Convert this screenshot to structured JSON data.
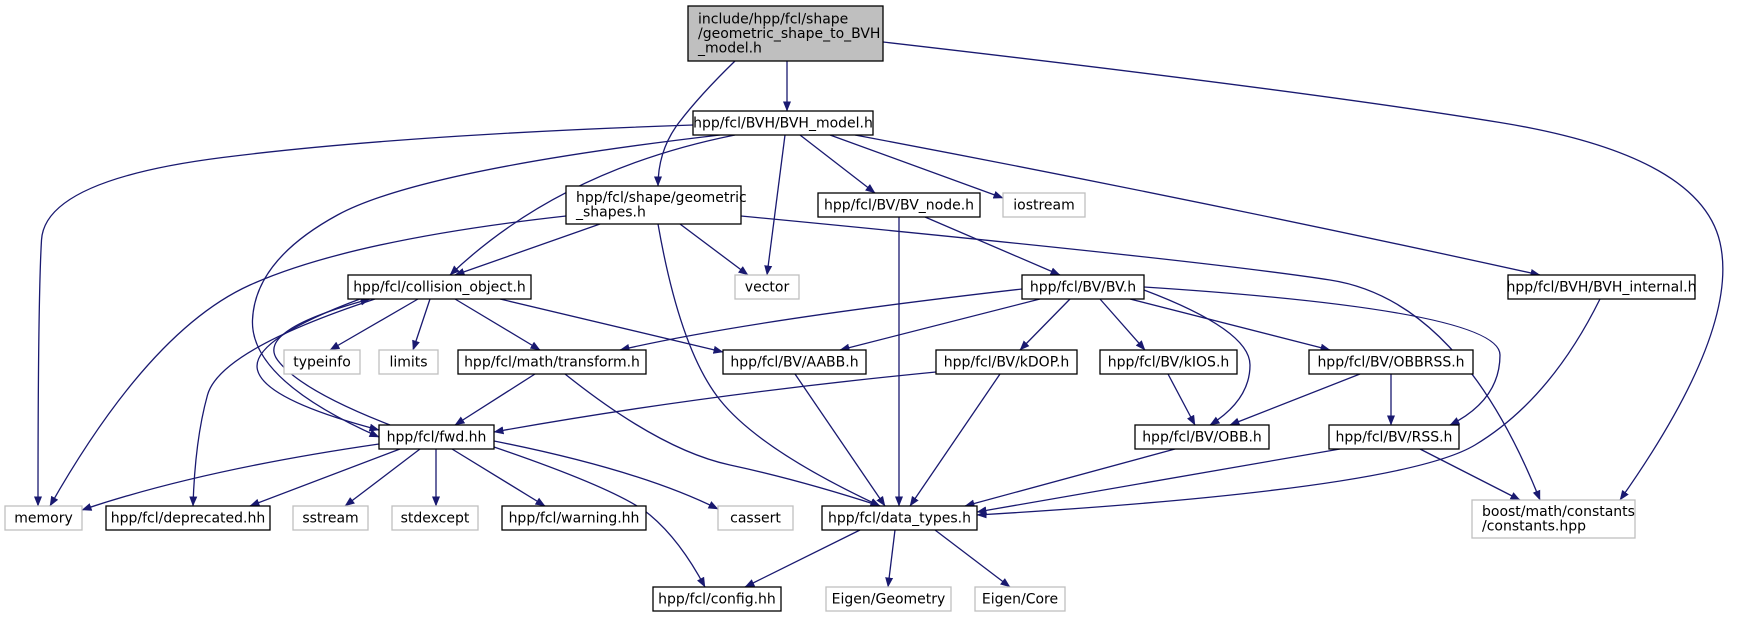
{
  "graph": {
    "root": "n0",
    "edge_color": "#191970",
    "box_colors": {
      "root_fill": "#bfbfbf",
      "local_stroke": "#000000",
      "external_stroke": "#bfbfbf",
      "text": "#000000"
    },
    "nodes": [
      {
        "id": "n0",
        "lines": [
          "include/hpp/fcl/shape",
          "/geometric_shape_to_BVH",
          "_model.h"
        ],
        "external": false,
        "root": true
      },
      {
        "id": "n1",
        "lines": [
          "hpp/fcl/BVH/BVH_model.h"
        ],
        "external": false
      },
      {
        "id": "n2",
        "lines": [
          "hpp/fcl/shape/geometric",
          "_shapes.h"
        ],
        "external": false
      },
      {
        "id": "n3",
        "lines": [
          "hpp/fcl/BV/BV_node.h"
        ],
        "external": false
      },
      {
        "id": "n4",
        "lines": [
          "iostream"
        ],
        "external": true
      },
      {
        "id": "n5",
        "lines": [
          "hpp/fcl/collision_object.h"
        ],
        "external": false
      },
      {
        "id": "n6",
        "lines": [
          "vector"
        ],
        "external": true
      },
      {
        "id": "n7",
        "lines": [
          "hpp/fcl/BV/BV.h"
        ],
        "external": false
      },
      {
        "id": "n8",
        "lines": [
          "hpp/fcl/BVH/BVH_internal.h"
        ],
        "external": false
      },
      {
        "id": "n9",
        "lines": [
          "typeinfo"
        ],
        "external": true
      },
      {
        "id": "n10",
        "lines": [
          "limits"
        ],
        "external": true
      },
      {
        "id": "n11",
        "lines": [
          "hpp/fcl/math/transform.h"
        ],
        "external": false
      },
      {
        "id": "n12",
        "lines": [
          "hpp/fcl/BV/AABB.h"
        ],
        "external": false
      },
      {
        "id": "n13",
        "lines": [
          "hpp/fcl/BV/kDOP.h"
        ],
        "external": false
      },
      {
        "id": "n14",
        "lines": [
          "hpp/fcl/BV/kIOS.h"
        ],
        "external": false
      },
      {
        "id": "n15",
        "lines": [
          "hpp/fcl/BV/OBBRSS.h"
        ],
        "external": false
      },
      {
        "id": "n16",
        "lines": [
          "hpp/fcl/fwd.hh"
        ],
        "external": false
      },
      {
        "id": "n17",
        "lines": [
          "hpp/fcl/BV/OBB.h"
        ],
        "external": false
      },
      {
        "id": "n18",
        "lines": [
          "hpp/fcl/BV/RSS.h"
        ],
        "external": false
      },
      {
        "id": "n19",
        "lines": [
          "memory"
        ],
        "external": true
      },
      {
        "id": "n20",
        "lines": [
          "hpp/fcl/deprecated.hh"
        ],
        "external": false
      },
      {
        "id": "n21",
        "lines": [
          "sstream"
        ],
        "external": true
      },
      {
        "id": "n22",
        "lines": [
          "stdexcept"
        ],
        "external": true
      },
      {
        "id": "n23",
        "lines": [
          "hpp/fcl/warning.hh"
        ],
        "external": false
      },
      {
        "id": "n24",
        "lines": [
          "cassert"
        ],
        "external": true
      },
      {
        "id": "n25",
        "lines": [
          "hpp/fcl/data_types.h"
        ],
        "external": false
      },
      {
        "id": "n26",
        "lines": [
          "boost/math/constants",
          "/constants.hpp"
        ],
        "external": true
      },
      {
        "id": "n27",
        "lines": [
          "hpp/fcl/config.hh"
        ],
        "external": false
      },
      {
        "id": "n28",
        "lines": [
          "Eigen/Geometry"
        ],
        "external": true
      },
      {
        "id": "n29",
        "lines": [
          "Eigen/Core"
        ],
        "external": true
      }
    ],
    "edges": [
      [
        "n0",
        "n1"
      ],
      [
        "n0",
        "n2"
      ],
      [
        "n0",
        "n26"
      ],
      [
        "n1",
        "n3"
      ],
      [
        "n1",
        "n4"
      ],
      [
        "n1",
        "n5"
      ],
      [
        "n1",
        "n6"
      ],
      [
        "n1",
        "n8"
      ],
      [
        "n1",
        "n16"
      ],
      [
        "n1",
        "n19"
      ],
      [
        "n2",
        "n5"
      ],
      [
        "n2",
        "n6"
      ],
      [
        "n2",
        "n19"
      ],
      [
        "n2",
        "n25"
      ],
      [
        "n2",
        "n26"
      ],
      [
        "n3",
        "n7"
      ],
      [
        "n3",
        "n25"
      ],
      [
        "n5",
        "n9"
      ],
      [
        "n5",
        "n10"
      ],
      [
        "n5",
        "n11"
      ],
      [
        "n5",
        "n12"
      ],
      [
        "n5",
        "n16"
      ],
      [
        "n5",
        "n20"
      ],
      [
        "n7",
        "n11"
      ],
      [
        "n7",
        "n12"
      ],
      [
        "n7",
        "n13"
      ],
      [
        "n7",
        "n14"
      ],
      [
        "n7",
        "n15"
      ],
      [
        "n7",
        "n17"
      ],
      [
        "n7",
        "n18"
      ],
      [
        "n8",
        "n25"
      ],
      [
        "n11",
        "n16"
      ],
      [
        "n11",
        "n25"
      ],
      [
        "n12",
        "n25"
      ],
      [
        "n13",
        "n16"
      ],
      [
        "n13",
        "n25"
      ],
      [
        "n14",
        "n17"
      ],
      [
        "n15",
        "n17"
      ],
      [
        "n15",
        "n18"
      ],
      [
        "n16",
        "n19"
      ],
      [
        "n16",
        "n20"
      ],
      [
        "n16",
        "n21"
      ],
      [
        "n16",
        "n22"
      ],
      [
        "n16",
        "n23"
      ],
      [
        "n16",
        "n24"
      ],
      [
        "n16",
        "n5"
      ],
      [
        "n16",
        "n27"
      ],
      [
        "n17",
        "n25"
      ],
      [
        "n18",
        "n25"
      ],
      [
        "n18",
        "n26"
      ],
      [
        "n25",
        "n27"
      ],
      [
        "n25",
        "n28"
      ],
      [
        "n25",
        "n29"
      ]
    ]
  }
}
